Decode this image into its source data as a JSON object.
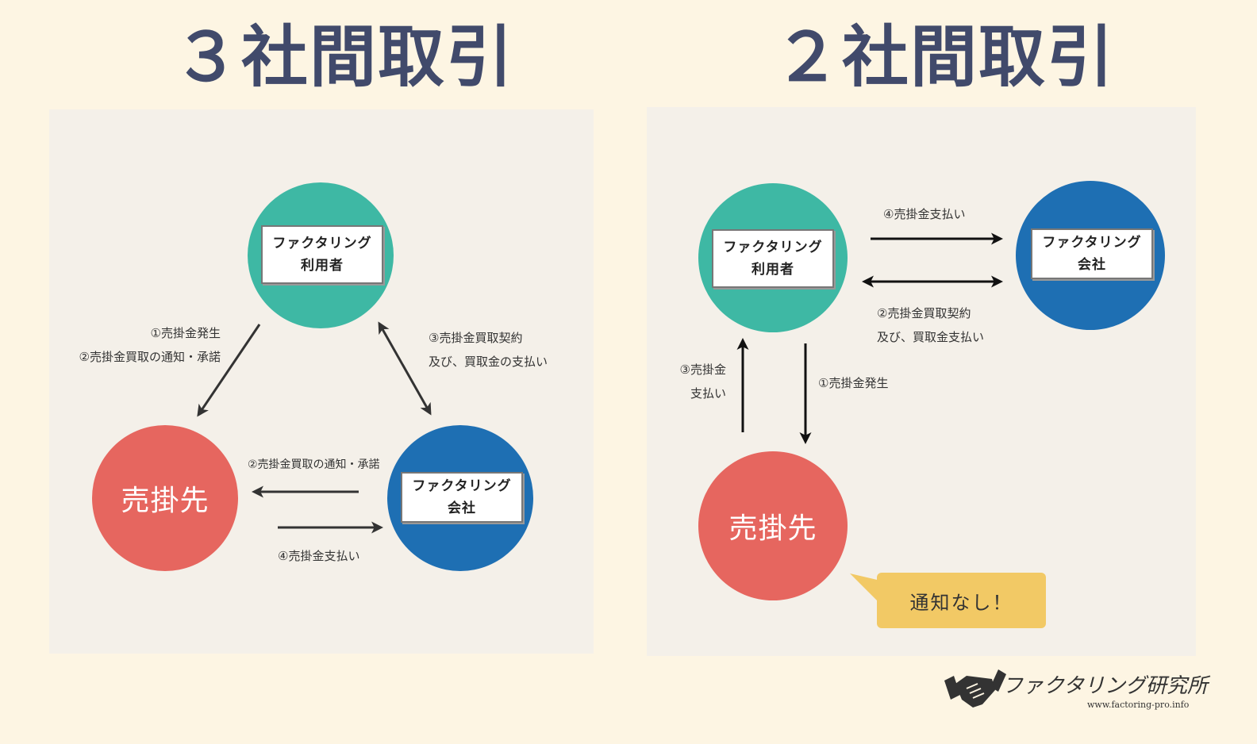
{
  "left": {
    "title": "３社間取引",
    "user_line1": "ファクタリング",
    "user_line2": "利用者",
    "company_line1": "ファクタリング",
    "company_line2": "会社",
    "debtor": "売掛先",
    "note_user_debtor_1": "①売掛金発生",
    "note_user_debtor_2": "②売掛金買取の通知・承諾",
    "note_user_company_1": "③売掛金買取契約",
    "note_user_company_2": "及び、買取金の支払い",
    "note_company_debtor": "②売掛金買取の通知・承諾",
    "note_debtor_company": "④売掛金支払い"
  },
  "right": {
    "title": "２社間取引",
    "user_line1": "ファクタリング",
    "user_line2": "利用者",
    "company_line1": "ファクタリング",
    "company_line2": "会社",
    "debtor": "売掛先",
    "note_user_company_top": "④売掛金支払い",
    "note_user_company_1": "②売掛金買取契約",
    "note_user_company_2": "及び、買取金支払い",
    "note_debtor_user_1": "③売掛金",
    "note_debtor_user_2": "支払い",
    "note_user_debtor": "①売掛金発生",
    "bubble": "通知なし！"
  },
  "logo": {
    "name": "ファクタリング研究所",
    "url": "www.factoring-pro.info",
    "icon": "handshake-icon"
  },
  "colors": {
    "user": "#3eb8a4",
    "company": "#1e6fb3",
    "debtor": "#e6665f",
    "bubble": "#f2c965",
    "title": "#414a6b"
  }
}
